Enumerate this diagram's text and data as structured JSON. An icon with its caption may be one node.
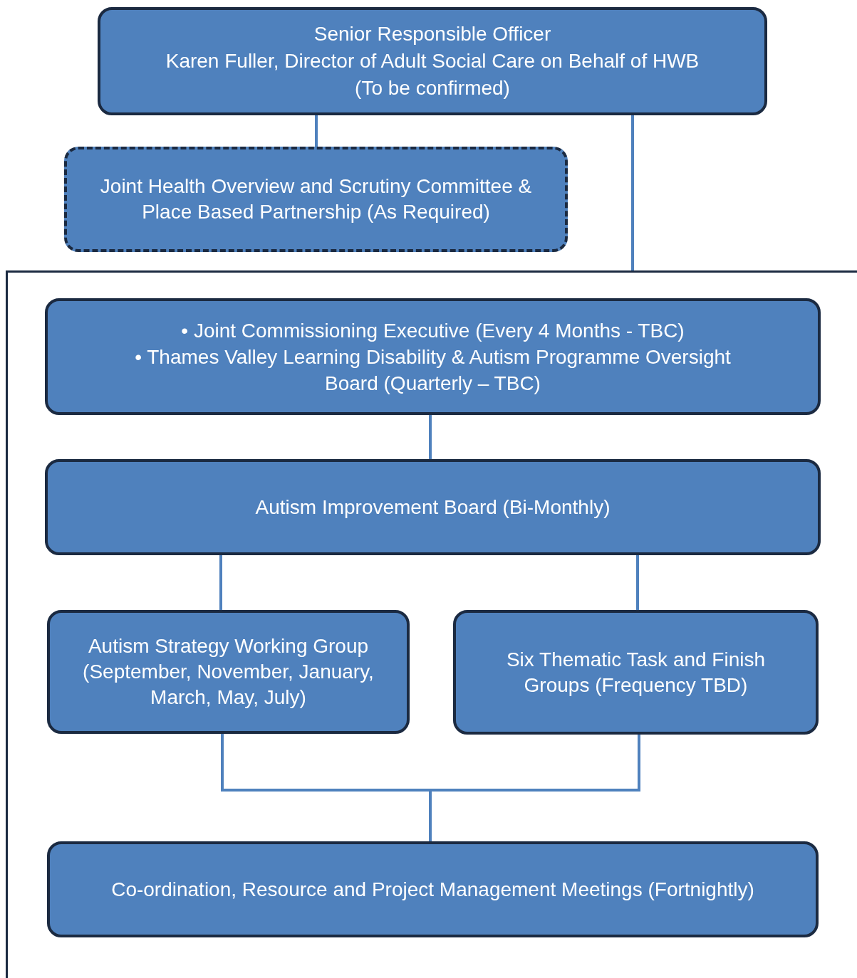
{
  "diagram": {
    "nodes": [
      {
        "text": [
          "Senior Responsible Officer",
          "Karen Fuller, Director of Adult Social Care on Behalf of HWB",
          "(To be confirmed)"
        ]
      },
      {
        "text": [
          "Joint Health Overview and Scrutiny Committee & Place Based Partnership (As Required)"
        ]
      },
      {
        "text": [],
        "shape": "box"
      },
      {
        "text": [
          "• Joint Commissioning Executive (Every 4 Months - TBC)",
          "• Thames Valley Learning Disability & Autism Programme Oversight Board (Quarterly – TBC)"
        ],
        "in": 2
      },
      {
        "text": [
          "Autism Improvement Board (Bi-Monthly)"
        ],
        "in": 2
      },
      {
        "text": [
          "Autism Strategy Working Group (September, November, January, March, May, July)"
        ],
        "in": 2
      },
      {
        "text": [
          "Six Thematic Task and Finish Groups (Frequency TBD)"
        ],
        "in": 2
      },
      {
        "text": [
          "Co-ordination, Resource and Project Management Meetings (Fortnightly)"
        ],
        "in": 2
      }
    ],
    "edges": [
      {
        "from": 0,
        "to": 1,
        "arrow": "none"
      },
      {
        "from": 0,
        "to": 2,
        "arrow": "none"
      },
      {
        "from": 3,
        "to": 4,
        "arrow": "none"
      },
      {
        "from": 4,
        "to": 5,
        "arrow": "none"
      },
      {
        "from": 4,
        "to": 6,
        "arrow": "none"
      },
      {
        "from": 5,
        "to": 7,
        "arrow": "none"
      },
      {
        "from": 6,
        "to": 7,
        "arrow": "none"
      }
    ]
  }
}
